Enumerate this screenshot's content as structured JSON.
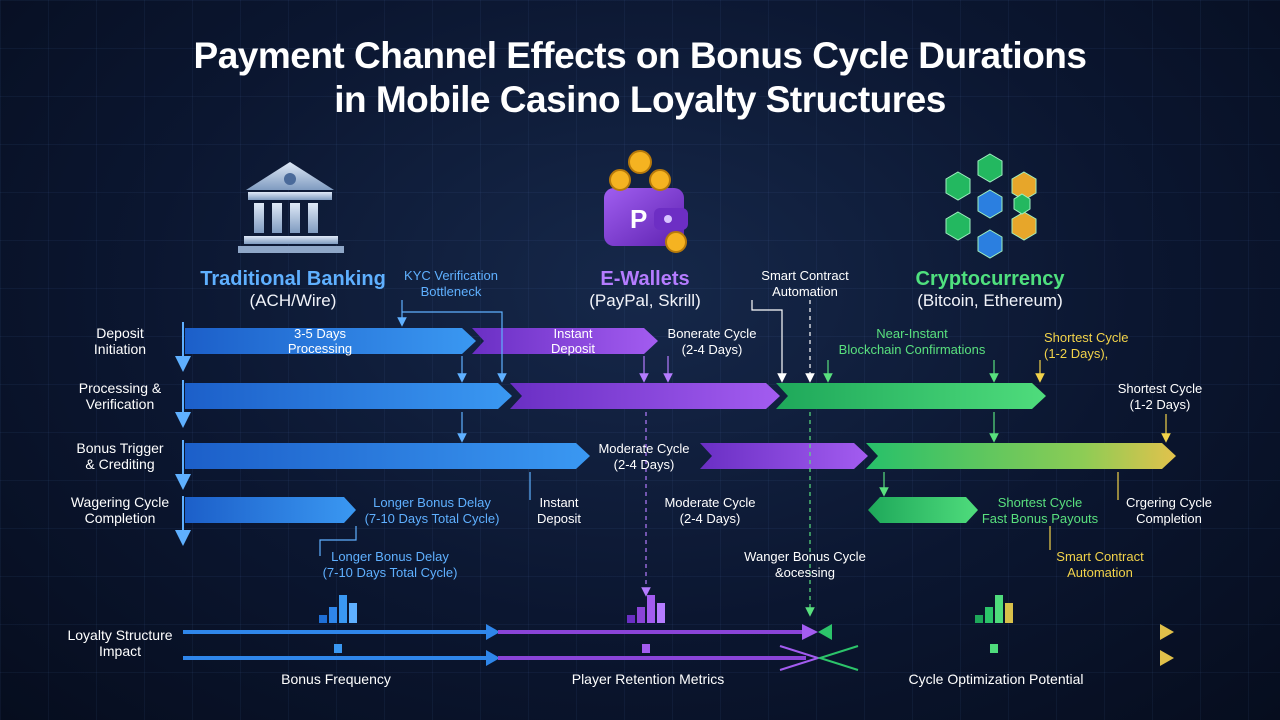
{
  "title_line1": "Payment Channel Effects on Bonus Cycle Durations",
  "title_line2": "in Mobile Casino Loyalty Structures",
  "channels": {
    "bank": {
      "name": "Traditional Banking",
      "sub": "(ACH/Wire)"
    },
    "ewallet": {
      "name": "E-Wallets",
      "sub": "(PayPal, Skrill)"
    },
    "crypto": {
      "name": "Cryptocurrency",
      "sub": "(Bitcoin, Ethereum)"
    }
  },
  "icons": {
    "bank": "bank-building-icon",
    "ewallet": "wallet-coins-icon",
    "crypto": "blockchain-network-icon"
  },
  "rows": {
    "r1": "Deposit\nInitiation",
    "r2": "Processing &\nVerification",
    "r3": "Bonus Trigger\n& Crediting",
    "r4": "Wagering Cycle\nCompletion",
    "r5": "Loyalty Structure\nImpact"
  },
  "annotations": {
    "kyc": "KYC Verification\nBottleneck",
    "smart_top": "Smart Contract\nAutomation",
    "days35": "3-5 Days\nProcessing",
    "instant1": "Instant\nDeposit",
    "bonerate": "Bonerate Cycle\n(2-4 Days)",
    "near_instant": "Near-Instant\nBlockchain Confirmations",
    "shortest1": "Shortest Cycle\n(1-2 Days),",
    "shortest2": "Shortest Cycle\n(1-2 Days)",
    "moderate1": "Moderate Cycle\n(2-4 Days)",
    "longer1": "Longer Bonus Delay\n(7-10 Days Total Cycle)",
    "instant2": "Instant\nDeposit",
    "moderate2": "Moderate Cycle\n(2-4 Days)",
    "shortest_fast": "Shortest Cycle\nFast Bonus Payouts",
    "crgering": "Crgering Cycle\nCompletion",
    "longer2": "Longer Bonus Delay\n(7-10 Days Total Cycle)",
    "wanger": "Wanger Bonus Cycle\n&ocessing",
    "smart_bottom": "Smart Contract\nAutomation"
  },
  "footer": {
    "f1": "Bonus Frequency",
    "f2": "Player Retention Metrics",
    "f3": "Cycle Optimization Potential"
  },
  "colors": {
    "blue": "#2f86ea",
    "purple": "#8a44d8",
    "green": "#2cc46a",
    "yellow": "#e0c04a",
    "annot_blue": "#5fb0ff",
    "annot_green": "#59e07e",
    "annot_yellow": "#f2d34a"
  },
  "chart_data": {
    "type": "bar",
    "groups": [
      {
        "values": [
          2,
          4,
          7,
          5
        ]
      },
      {
        "values": [
          2,
          4,
          7,
          5
        ]
      },
      {
        "values": [
          2,
          4,
          7,
          5
        ]
      }
    ]
  }
}
